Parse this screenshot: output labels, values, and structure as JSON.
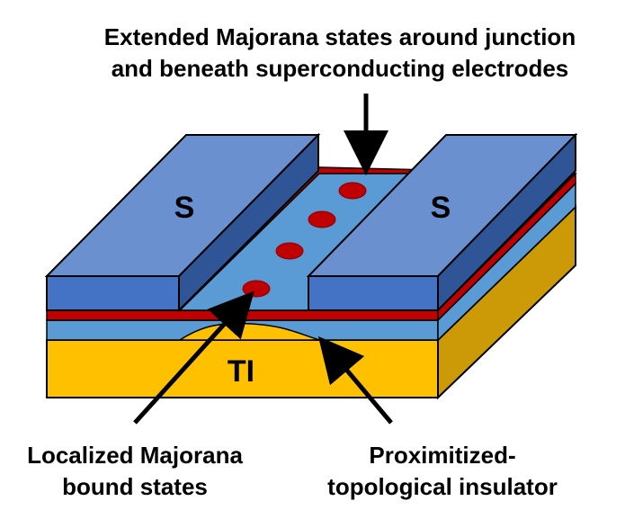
{
  "title": {
    "line1": "Extended Majorana states around junction",
    "line2": "and beneath superconducting electrodes"
  },
  "electrodes": {
    "left": "S",
    "right": "S"
  },
  "substrate": "TI",
  "labels": {
    "localized": {
      "line1": "Localized Majorana",
      "line2": "bound states"
    },
    "proximitized": {
      "line1": "Proximitized-",
      "line2": "topological insulator"
    }
  },
  "colors": {
    "ti_front": "#FFC000",
    "ti_side": "#CC9A06",
    "proximitized_layer": "#5B9BD5",
    "majorana_layer": "#C00000",
    "electrode_top": "#6A90D0",
    "electrode_front": "#4472C4",
    "electrode_side": "#2F5597"
  }
}
